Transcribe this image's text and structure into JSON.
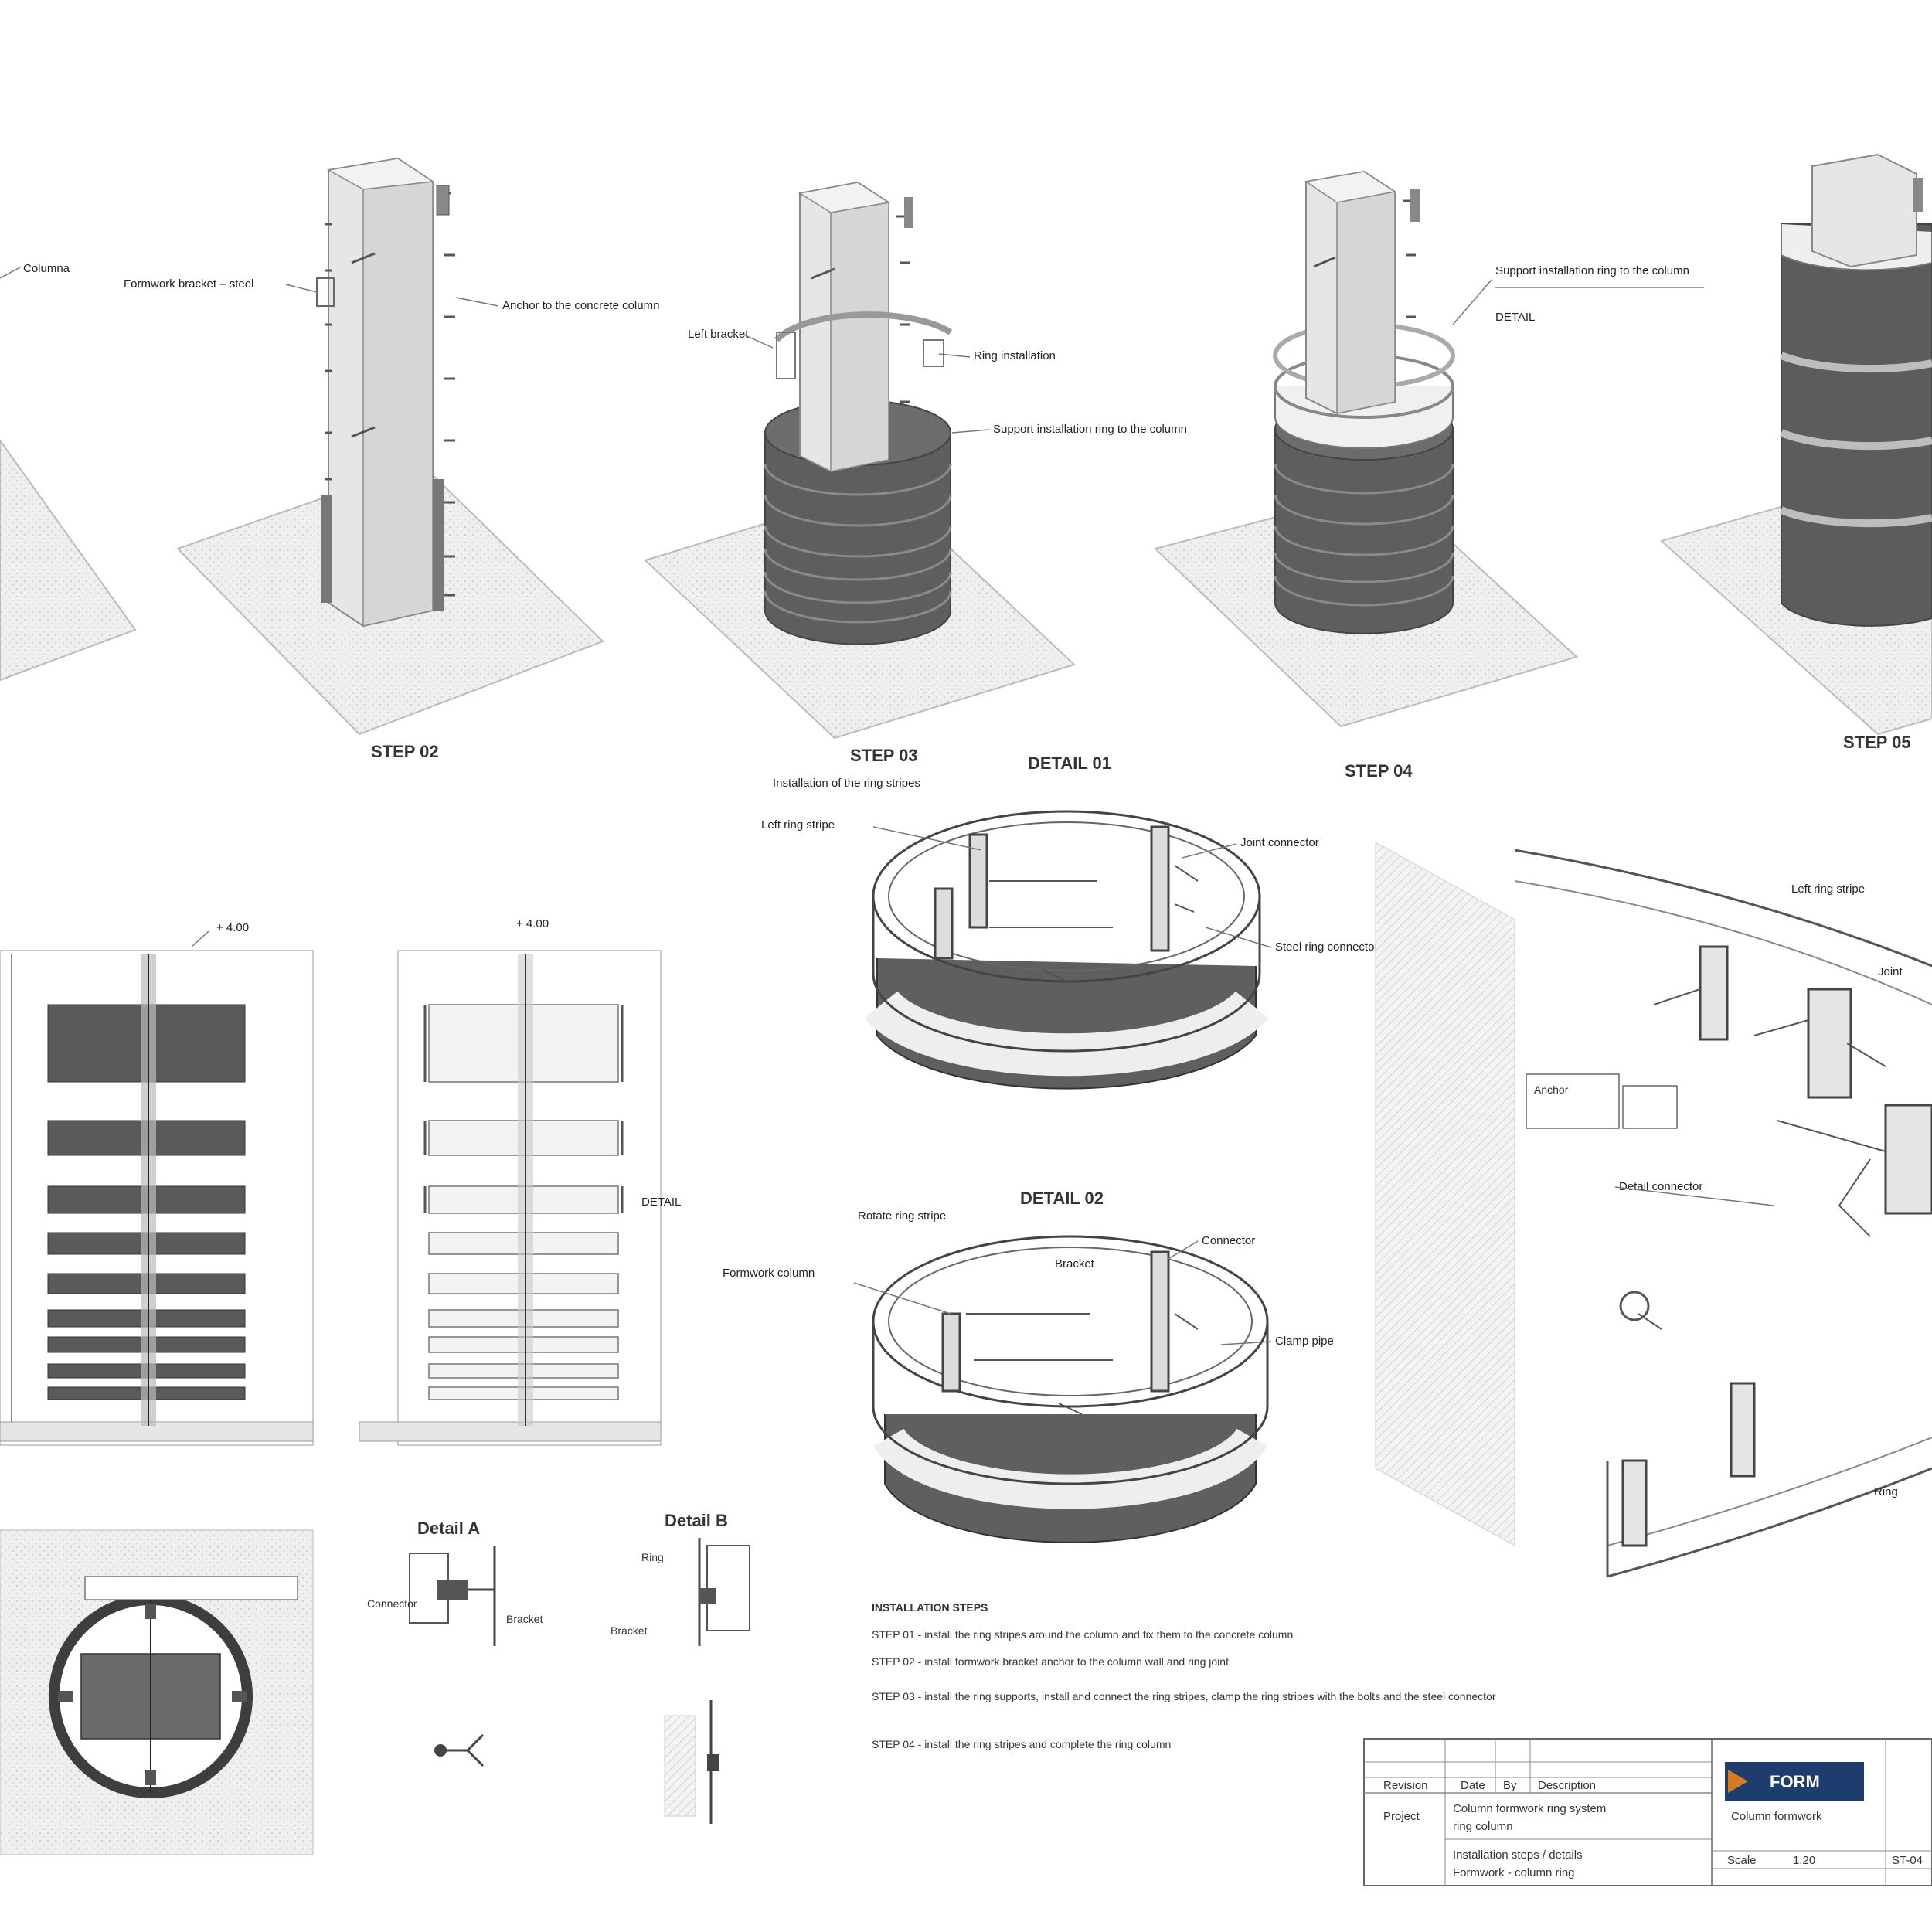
{
  "steps": {
    "s1_note": "Columna",
    "s2_label": "STEP 02",
    "s2_note1": "Formwork bracket – steel",
    "s2_note2": "Anchor to the concrete column",
    "s3_label": "STEP 03",
    "s3_sub": "Installation of the ring stripes",
    "s3_note1": "Left bracket",
    "s3_note2": "Ring installation",
    "s3_note3": "Support installation ring to the column",
    "s4_label": "STEP 04",
    "s4_note1": "Support installation ring to the column",
    "s4_note2": "DETAIL",
    "s5_label": "STEP 05"
  },
  "details": {
    "d1_label": "DETAIL 01",
    "d1_note1": "Left ring stripe",
    "d1_note2": "Joint connector",
    "d1_note3": "Steel ring connector",
    "d2_label": "DETAIL 02",
    "d2_note1": "Rotate ring stripe",
    "d2_note2": "Formwork column",
    "d2_note3": "Bracket",
    "d2_note4": "Connector",
    "d2_note5": "Clamp pipe",
    "big_note1": "Left ring stripe",
    "big_note2": "Joint",
    "big_note3": "Anchor",
    "big_note4": "Detail connector",
    "big_note5": "Ring",
    "elev_label1": "+ 4.00",
    "elev_label2": "+ 4.00",
    "elev_side": "DETAIL",
    "detail_a": "Detail A",
    "detail_b": "Detail B",
    "detail_a1": "Connector",
    "detail_a2": "Bracket",
    "detail_b1": "Ring",
    "detail_b2": "Bracket"
  },
  "notes": {
    "title": "INSTALLATION STEPS",
    "step1": "STEP 01 - install the ring stripes around the column and fix them to the concrete column",
    "step2": "STEP 02 - install formwork bracket anchor to the column wall and ring joint",
    "step3": "STEP 03 - install the ring supports, install and connect the ring stripes, clamp the ring stripes with the bolts and the steel connector",
    "step4": "STEP 04 - install the ring stripes and complete the ring column"
  },
  "title_block": {
    "rev_header": "Revision",
    "date_header": "Date",
    "by_header": "By",
    "desc_header": "Description",
    "project_label": "Project",
    "project_name": "Column formwork ring system",
    "project_sub": "ring column",
    "drawing_title": "Installation steps / details",
    "drawing_sub": "Formwork - column ring",
    "scale_label": "Scale",
    "scale_value": "1:20",
    "drawing_no": "ST-04",
    "logo_text": "FORM",
    "company_sub": "Column formwork"
  },
  "colors": {
    "ring_dark": "#5a5a5a",
    "ring_mid": "#6e6e6e",
    "column_light": "#e4e4e4",
    "slab": "#ececec",
    "line": "#6a6a6a",
    "logo_blue": "#1c3d6e",
    "logo_orange": "#d97a1e"
  }
}
